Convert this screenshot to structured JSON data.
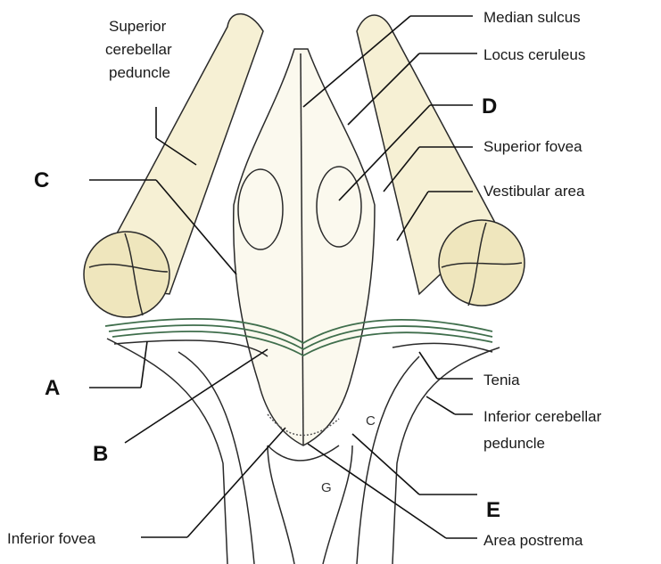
{
  "labels": {
    "superior_cerebellar": "Superior\ncerebellar\npeduncle",
    "median_sulcus": "Median sulcus",
    "locus_ceruleus": "Locus ceruleus",
    "superior_fovea": "Superior fovea",
    "vestibular_area": "Vestibular area",
    "tenia": "Tenia",
    "inferior_cerebellar": "Inferior cerebellar\npeduncle",
    "area_postrema": "Area postrema",
    "inferior_fovea": "Inferior fovea"
  },
  "letters": {
    "A": "A",
    "B": "B",
    "C_left": "C",
    "D": "D",
    "E": "E"
  },
  "inner": {
    "C_small": "C",
    "G": "G"
  },
  "colors": {
    "peduncle_fill": "#f6f0d4",
    "section_fill": "#efe6bd",
    "tenia_stroke": "#3f6e4c"
  }
}
